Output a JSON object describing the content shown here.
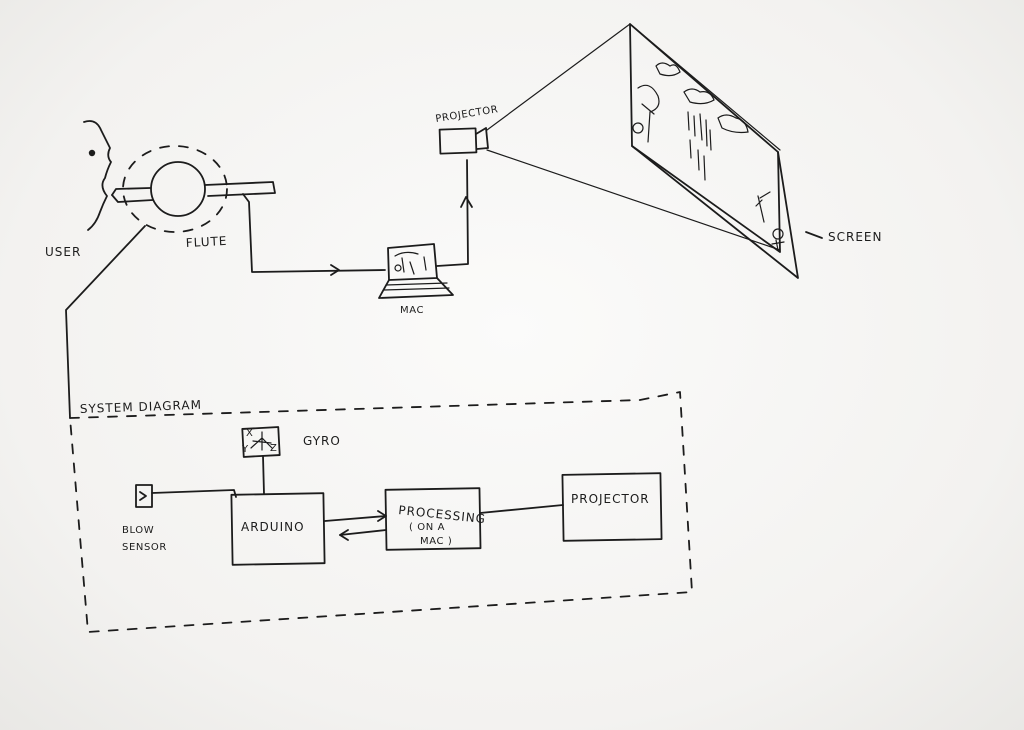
{
  "labels": {
    "user": "USER",
    "flute": "FLUTE",
    "mac": "MAC",
    "projector_top": "PROJECTOR",
    "screen": "SCREEN",
    "system_diagram": "SYSTEM DIAGRAM",
    "gyro": "GYRO",
    "gyro_axis_x": "X",
    "gyro_axis_y": "Y",
    "gyro_axis_z": "Z",
    "blow_sensor_line1": "BLOW",
    "blow_sensor_line2": "SENSOR",
    "arduino": "ARDUINO",
    "processing_line1": "PROCESSING",
    "processing_line2": "( ON A",
    "processing_line3": "MAC )",
    "projector_box": "PROJECTOR"
  }
}
